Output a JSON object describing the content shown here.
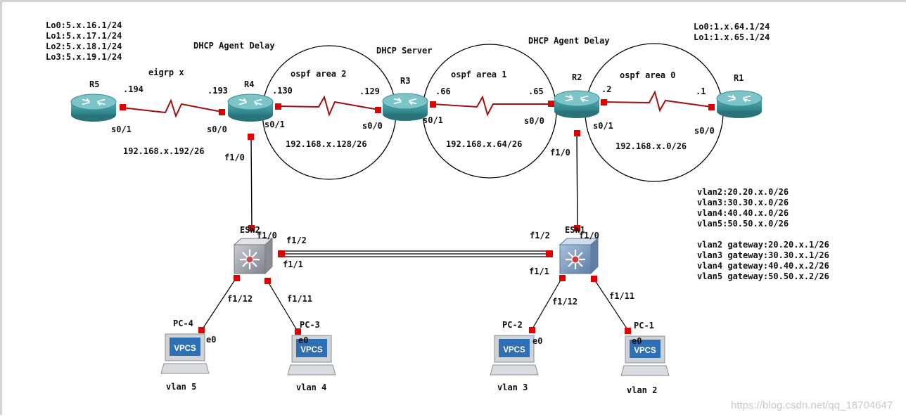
{
  "r5_loopbacks": [
    "Lo0:5.x.16.1/24",
    "Lo1:5.x.17.1/24",
    "Lo2:5.x.18.1/24",
    "Lo3:5.x.19.1/24"
  ],
  "r1_loopbacks": [
    "Lo0:1.x.64.1/24",
    "Lo1:1.x.65.1/24"
  ],
  "vlans": [
    "vlan2:20.20.x.0/26",
    "vlan3:30.30.x.0/26",
    "vlan4:40.40.x.0/26",
    "vlan5:50.50.x.0/26"
  ],
  "gateways": [
    "vlan2 gateway:20.20.x.1/26",
    "vlan3 gateway:30.30.x.1/26",
    "vlan4 gateway:40.40.x.2/26",
    "vlan5 gateway:50.50.x.2/26"
  ],
  "roles": {
    "r4": "DHCP Agent Delay",
    "r3": "DHCP Server",
    "r2": "DHCP Agent Delay"
  },
  "areas": {
    "area2": "ospf area 2",
    "area1": "ospf area 1",
    "area0": "ospf area 0"
  },
  "subnets": {
    "eigrp": "192.168.x.192/26",
    "area2": "192.168.x.128/26",
    "area1": "192.168.x.64/26",
    "area0": "192.168.x.0/26"
  },
  "eigrp_label": "eigrp x",
  "devices": {
    "r5": "R5",
    "r4": "R4",
    "r3": "R3",
    "r2": "R2",
    "r1": "R1",
    "esw2": "ESW2",
    "esw1": "ESW1",
    "pc1": "PC-1",
    "pc2": "PC-2",
    "pc3": "PC-3",
    "pc4": "PC-4"
  },
  "vpcs_label": "VPCS",
  "pc_vlans": {
    "pc4": "vlan 5",
    "pc3": "vlan 4",
    "pc2": "vlan 3",
    "pc1": "vlan 2"
  },
  "host_ips": {
    "r5": ".194",
    "r4_s00": ".193",
    "r4_s01": ".130",
    "r3_s00": ".129",
    "r3_s01": ".66",
    "r2_s00": ".65",
    "r2_s01": ".2",
    "r1": ".1"
  },
  "interfaces": {
    "r5_s01": "s0/1",
    "r4_s00": "s0/0",
    "r4_s01": "s0/1",
    "r4_f10": "f1/0",
    "r3_s00": "s0/0",
    "r3_s01": "s0/1",
    "r2_s00": "s0/0",
    "r2_s01": "s0/1",
    "r2_f10": "f1/0",
    "r1_s00": "s0/0",
    "esw2_f10": "f1/0",
    "esw2_f12": "f1/2",
    "esw2_f11": "f1/1",
    "esw2_f112": "f1/12",
    "esw2_f111": "f1/11",
    "esw1_f10": "f1/0",
    "esw1_f12": "f1/2",
    "esw1_f11": "f1/1",
    "esw1_f112": "f1/12",
    "esw1_f111": "f1/11",
    "pc4_e0": "e0",
    "pc3_e0": "e0",
    "pc2_e0": "e0",
    "pc1_e0": "e0"
  },
  "watermark": "https://blog.csdn.net/qq_18704647"
}
